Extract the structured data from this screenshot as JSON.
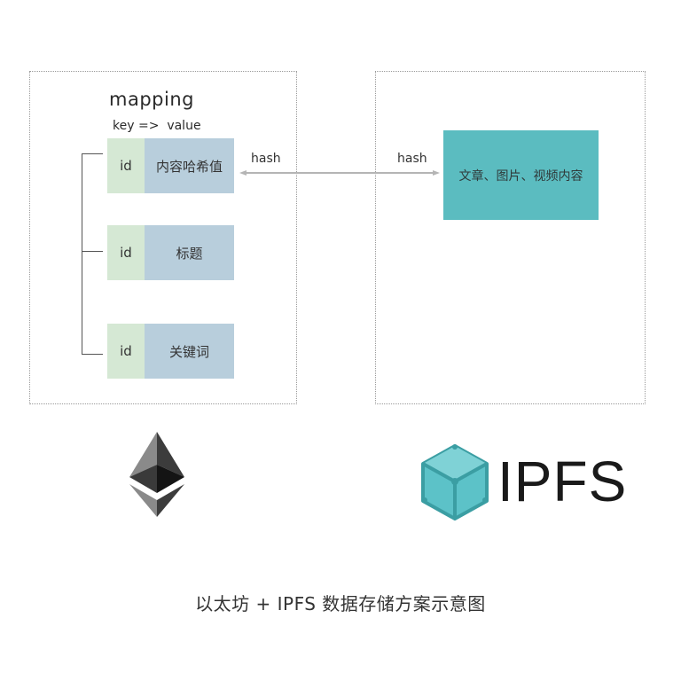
{
  "ethereum_panel": {
    "title": "mapping",
    "subtitle": "key =>  value",
    "rows": [
      {
        "key": "id",
        "value": "内容哈希值"
      },
      {
        "key": "id",
        "value": "标题"
      },
      {
        "key": "id",
        "value": "关键词"
      }
    ],
    "logo": "ethereum-logo"
  },
  "link": {
    "left_label": "hash",
    "right_label": "hash",
    "direction": "bidirectional"
  },
  "ipfs_panel": {
    "content_label": "文章、图片、视频内容",
    "logo_text": "IPFS",
    "logo": "ipfs-cube-logo"
  },
  "colors": {
    "key_fill": "#d5e8d4",
    "value_fill": "#b8cedc",
    "content_fill": "#5bbcc0",
    "ipfs_cube": "#5cc2c8"
  },
  "caption": "以太坊 + IPFS 数据存储方案示意图"
}
